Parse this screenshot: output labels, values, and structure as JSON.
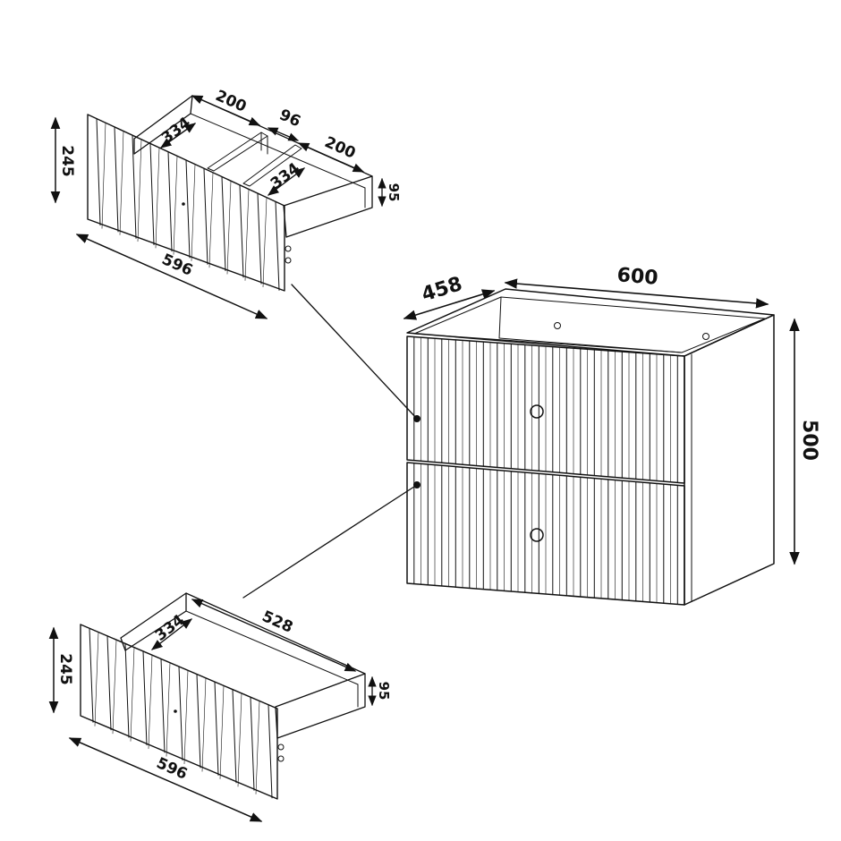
{
  "cabinet": {
    "width": "600",
    "depth": "458",
    "height": "500"
  },
  "top_drawer": {
    "front_height": "245",
    "front_width": "596",
    "box_height": "95",
    "compartment_left_width": "200",
    "compartment_left_depth": "334",
    "divider_gap": "96",
    "compartment_right_width": "200",
    "compartment_right_depth": "334"
  },
  "bottom_drawer": {
    "front_height": "245",
    "front_width": "596",
    "box_height": "95",
    "inner_depth": "334",
    "inner_width": "528"
  },
  "colors": {
    "line": "#111111",
    "background": "#ffffff"
  }
}
